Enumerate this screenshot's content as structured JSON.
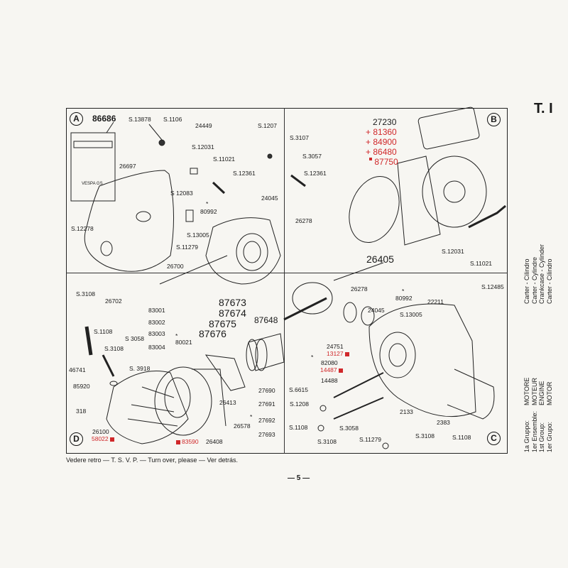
{
  "page": {
    "plate": "T. I",
    "corners": {
      "a": "A",
      "b": "B",
      "c": "C",
      "d": "D"
    },
    "footer": "Vedere retro — T. S. V. P. — Turn over, please — Ver detrás.",
    "page_number": "— 5 —",
    "title_lines": [
      "Carter - Cilindro",
      "Carter - Cylindre",
      "Crankcase - Cylinder",
      "Carter - Cilindro"
    ],
    "group_lines": [
      {
        "group": "1a Gruppo:",
        "name": "MOTORE"
      },
      {
        "group": "1er Ensemble:",
        "name": "MOTEUR"
      },
      {
        "group": "1st Group:",
        "name": "ENGINE"
      },
      {
        "group": "1er Grupo:",
        "name": "MOTOR"
      }
    ],
    "tag_text": "VESPA GS"
  },
  "labels": {
    "a": [
      "86686",
      "S.13878",
      "S.1106",
      "24449",
      "S.12031",
      "S.11021",
      "26697",
      "S.12361",
      "S 12083",
      "80992",
      "S.12278",
      "S.13005",
      "S.11279",
      "26700",
      "S.1207",
      "*"
    ],
    "b": [
      "S.3107",
      "S.3057",
      "S.12361",
      "24045",
      "26278",
      "27230",
      "+ 81360",
      "+ 84900",
      "+ 86480",
      "87750",
      "26405",
      "S.12031",
      "S.11021",
      "S.12485"
    ],
    "d": [
      "S.3108",
      "26702",
      "83001",
      "83002",
      "83003",
      "83004",
      "S.1108",
      "S 3058",
      "S.3108",
      "80021",
      "87673",
      "87674",
      "87675",
      "87676",
      "87648",
      "46741",
      "85920",
      "318",
      "S. 3918",
      "26413",
      "26578",
      "27690",
      "27691",
      "27692",
      "27693",
      "26100",
      "58022",
      "83590",
      "26408",
      "*",
      "*"
    ],
    "c": [
      "26278",
      "80992",
      "22211",
      "24045",
      "S.13005",
      "24751",
      "13127",
      "82080",
      "14487",
      "14488",
      "S.6615",
      "S.1208",
      "2133",
      "2383",
      "S.1108",
      "S.3058",
      "S.3108",
      "S.1108",
      "S.3108",
      "S.11279",
      "*",
      "*"
    ]
  },
  "colors": {
    "red": "#d0282a",
    "ink": "#1a1a1a",
    "paper": "#f7f6f2"
  }
}
